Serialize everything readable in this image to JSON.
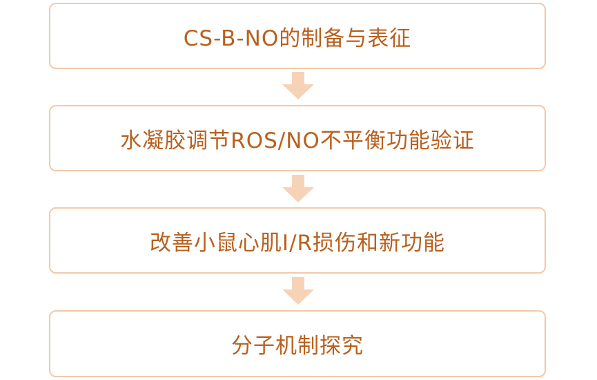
{
  "flowchart": {
    "steps": [
      {
        "label": "CS-B-NO的制备与表征"
      },
      {
        "label": "水凝胶调节ROS/NO不平衡功能验证"
      },
      {
        "label": "改善小鼠心肌I/R损伤和新功能"
      },
      {
        "label": "分子机制探究"
      }
    ],
    "colors": {
      "text": "#b9601e",
      "border": "#f2c9a9",
      "arrow": "#f6d2b7"
    },
    "arrow_icon": "down-arrow-icon"
  }
}
